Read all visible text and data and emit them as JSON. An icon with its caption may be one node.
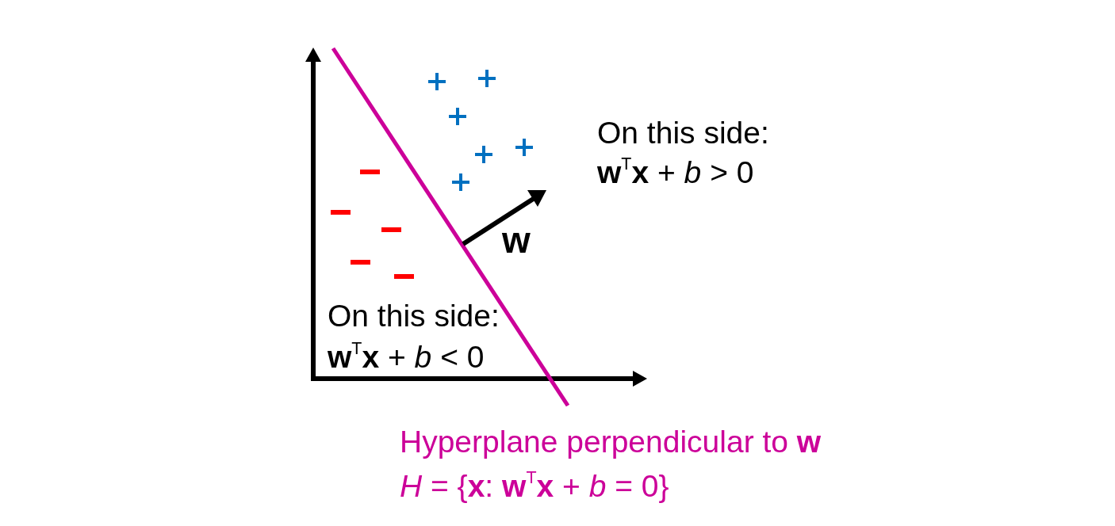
{
  "diagram": {
    "labels": [
      "On this side:",
      "**w**$^{T}$**x** + *b* > 0",
      "w",
      "On this side:",
      "**w**$^{T}$**x** + *b* < 0",
      "Hyperplane perpendicular to **w**",
      "*H* = {**x**: **w**$^{T}$**x** + *b* = 0}"
    ]
  }
}
